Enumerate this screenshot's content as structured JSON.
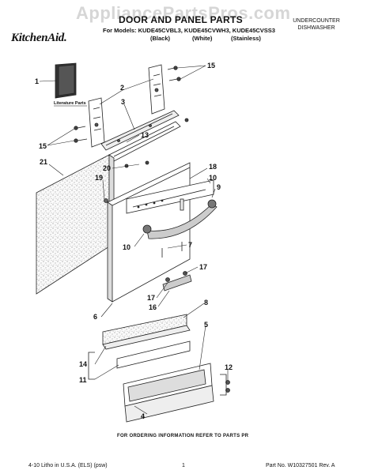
{
  "header": {
    "watermark": "AppliancePartsPros.com",
    "title": "DOOR AND PANEL PARTS",
    "models": "For Models: KUDE45CVBL3, KUDE45CVWH3, KUDE45CVSS3",
    "finishes": [
      "(Black)",
      "(White)",
      "(Stainless)"
    ],
    "brand": "KitchenAid.",
    "category_line1": "UNDERCOUNTER",
    "category_line2": "DISHWASHER"
  },
  "diagram": {
    "literature_label": "Literature Parts",
    "callouts": [
      "1",
      "2",
      "3",
      "15",
      "15",
      "13",
      "21",
      "20",
      "19",
      "18",
      "10",
      "9",
      "10",
      "7",
      "17",
      "17",
      "16",
      "6",
      "8",
      "5",
      "14",
      "11",
      "12",
      "4"
    ]
  },
  "footer": {
    "order_info": "FOR ORDERING INFORMATION REFER TO PARTS PR",
    "litho": "4-10 Litho in U.S.A. (ELS) (psw)",
    "page_number": "1",
    "part_number": "Part No. W10327501 Rev. A"
  }
}
